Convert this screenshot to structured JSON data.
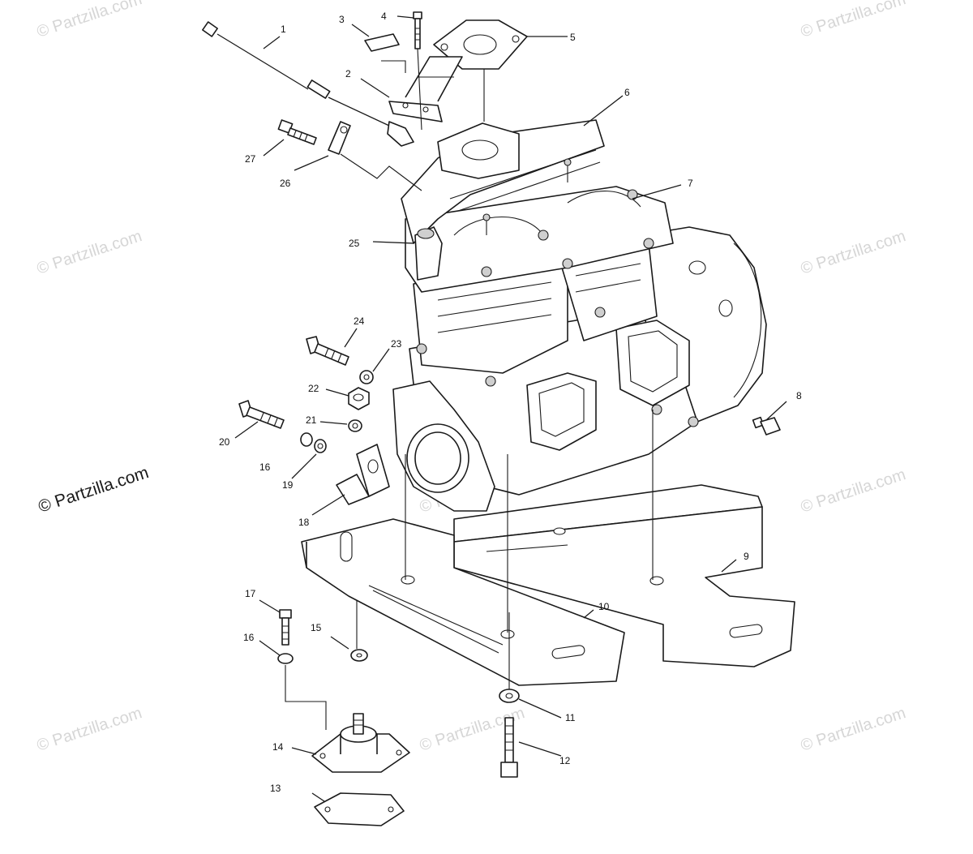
{
  "diagram": {
    "callouts": [
      "1",
      "2",
      "3",
      "4",
      "5",
      "6",
      "7",
      "8",
      "9",
      "10",
      "11",
      "12",
      "13",
      "14",
      "15",
      "16",
      "16",
      "17",
      "18",
      "19",
      "20",
      "21",
      "22",
      "23",
      "24",
      "25",
      "26",
      "27"
    ],
    "watermark_main": "© Partzilla.com",
    "watermark_faint": "© Partzilla.com"
  }
}
